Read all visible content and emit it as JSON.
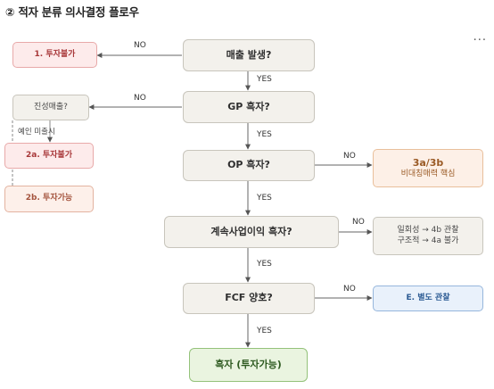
{
  "title": "② 적자 분류 의사결정 플로우",
  "more_label": "...",
  "nodes": {
    "revenue": "매출 발생?",
    "reject1": "1. 투자불가",
    "gp": "GP 흑자?",
    "true_rev": "진성매출?",
    "reject2a": "2a. 투자불가",
    "invest2b": "2b. 투자가능",
    "op": "OP 흑자?",
    "case3_title": "3a/3b",
    "case3_sub": "비대칭매력 핵심",
    "cont": "계속사업이익 흑자?",
    "case4_line1": "일회성 → 4b 관찰",
    "case4_line2": "구조적 → 4a 불가",
    "fcf": "FCF 양호?",
    "observe": "E. 별도 관찰",
    "final": "흑자 (투자가능)"
  },
  "edge_labels": {
    "no": "NO",
    "yes": "YES",
    "pre_revenue": "예인 미출시"
  }
}
